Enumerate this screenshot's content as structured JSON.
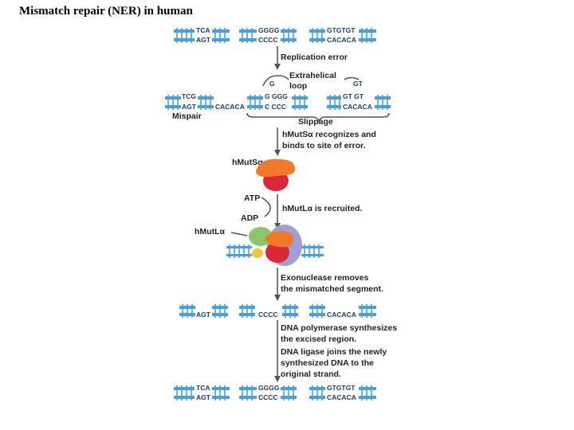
{
  "title": "Mismatch repair (NER) in human",
  "colors": {
    "dna": "#4a9fd8",
    "msh_orange": "#f07a2a",
    "msh_red": "#d8283a",
    "mlh_green": "#8cc66a",
    "mlh_purple": "#9f9fd6",
    "atp_yellow": "#e8c93a"
  },
  "top_row": {
    "s1_top": "TCA",
    "s1_bot": "AGT",
    "s2_top": "GGGG",
    "s2_bot": "CCCC",
    "s3_top": "GTGTGT",
    "s3_bot": "CACACA"
  },
  "step1": "Replication error",
  "loop_label_1": "Extrahelical",
  "loop_label_2": "loop",
  "middle_row": {
    "m1_top": "TCG",
    "m1_bot": "AGT",
    "m1_bot2": "CACACA",
    "m2_loop": "G",
    "m2_top": "G GGG",
    "m2_bot": "C CCC",
    "m3_loop": "GT",
    "m3_top": "GT  GT",
    "m3_bot": "CACACA"
  },
  "mispair": "Mispair",
  "slippage": "Slippage",
  "step2_1": "hMutSα recognizes and",
  "step2_2": "binds to site of error.",
  "msh_label": "hMutSα",
  "atp": "ATP",
  "adp": "ADP",
  "step3": "hMutLα is recruited.",
  "mlh_label": "hMutLα",
  "step4_1": "Exonuclease removes",
  "step4_2": "the mismatched segment.",
  "excised_row": {
    "e1": "AGT",
    "e2": "CCCC",
    "e3": "CACACA"
  },
  "step5_1": "DNA polymerase synthesizes",
  "step5_2": "the  excised region.",
  "step5_3": "DNA ligase joins the newly",
  "step5_4": "synthesized DNA to the",
  "step5_5": "original strand.",
  "bottom_row": {
    "s1_top": "TCA",
    "s1_bot": "AGT",
    "s2_top": "GGGG",
    "s2_bot": "CCCC",
    "s3_top": "GTGTGT",
    "s3_bot": "CACACA"
  }
}
